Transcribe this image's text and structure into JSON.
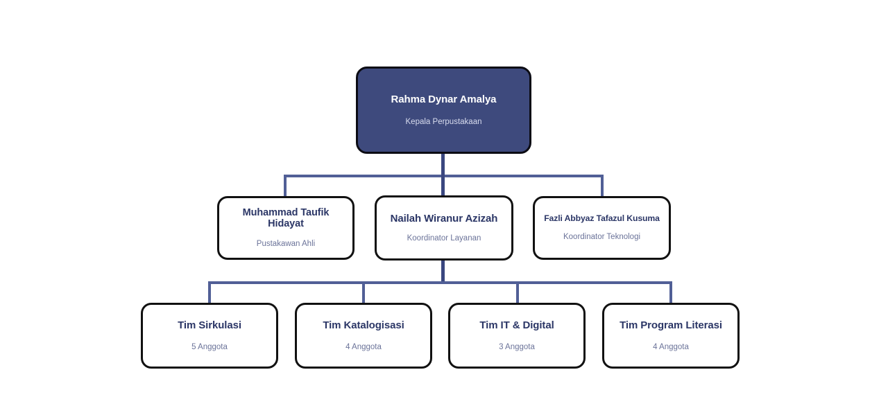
{
  "chart_data": {
    "type": "diagram",
    "diagram_type": "organizational-chart",
    "title": "",
    "orientation": "top-down",
    "levels": 3,
    "accent_color": "#3e4a7d",
    "connector_color": "#515f96",
    "stem_color": "#3a4780",
    "node_border_color": "#111111",
    "title_text_color": "#2b3666",
    "subtitle_text_color": "#6b7399",
    "background_color": "#ffffff",
    "nodes": [
      {
        "id": "root",
        "level": 1,
        "title": "Rahma Dynar Amalya",
        "subtitle": "Kepala Perpustakaan",
        "style": "filled",
        "parent": null
      },
      {
        "id": "l2a",
        "level": 2,
        "title": "Muhammad Taufik Hidayat",
        "subtitle": "Pustakawan Ahli",
        "style": "outline",
        "parent": "root"
      },
      {
        "id": "l2b",
        "level": 2,
        "title": "Nailah Wiranur Azizah",
        "subtitle": "Koordinator Layanan",
        "style": "outline-selected",
        "parent": "root"
      },
      {
        "id": "l2c",
        "level": 2,
        "title": "Fazli Abbyaz Tafazul Kusuma",
        "subtitle": "Koordinator Teknologi",
        "style": "outline",
        "parent": "root"
      },
      {
        "id": "l3a",
        "level": 3,
        "title": "Tim Sirkulasi",
        "subtitle": "5 Anggota",
        "style": "outline",
        "parent": "l2b"
      },
      {
        "id": "l3b",
        "level": 3,
        "title": "Tim Katalogisasi",
        "subtitle": "4 Anggota",
        "style": "outline",
        "parent": "l2b"
      },
      {
        "id": "l3c",
        "level": 3,
        "title": "Tim IT & Digital",
        "subtitle": "3 Anggota",
        "style": "outline",
        "parent": "l2b"
      },
      {
        "id": "l3d",
        "level": 3,
        "title": "Tim Program Literasi",
        "subtitle": "4 Anggota",
        "style": "outline",
        "parent": "l2b"
      }
    ]
  },
  "org": {
    "root": {
      "title": "Rahma Dynar Amalya",
      "subtitle": "Kepala Perpustakaan"
    },
    "level2": [
      {
        "title": "Muhammad Taufik Hidayat",
        "subtitle": "Pustakawan Ahli"
      },
      {
        "title": "Nailah Wiranur Azizah",
        "subtitle": "Koordinator Layanan"
      },
      {
        "title": "Fazli Abbyaz Tafazul Kusuma",
        "subtitle": "Koordinator Teknologi"
      }
    ],
    "level3": [
      {
        "title": "Tim Sirkulasi",
        "subtitle": "5 Anggota"
      },
      {
        "title": "Tim Katalogisasi",
        "subtitle": "4 Anggota"
      },
      {
        "title": "Tim IT & Digital",
        "subtitle": "3 Anggota"
      },
      {
        "title": "Tim Program Literasi",
        "subtitle": "4 Anggota"
      }
    ]
  }
}
